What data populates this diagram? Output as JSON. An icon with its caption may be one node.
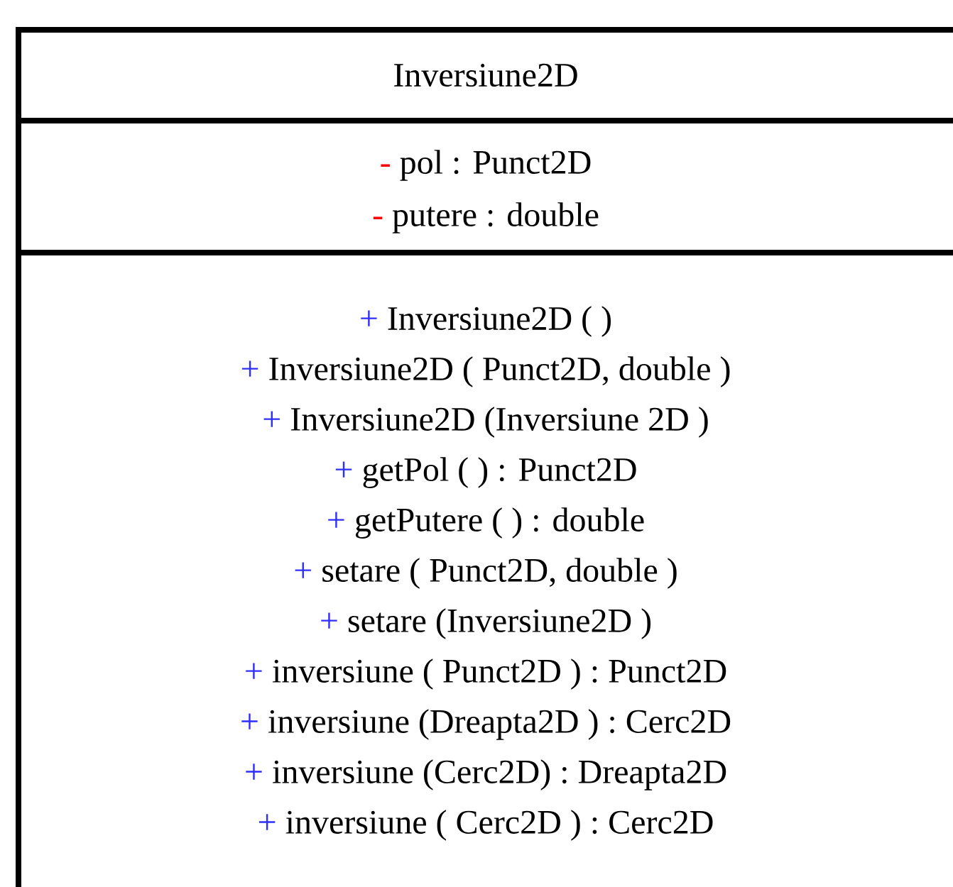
{
  "diagram": {
    "nodes": [
      {
        "text": [
          "Inversiune2D"
        ]
      },
      {
        "text": [
          "-",
          "pol : Punct2D",
          "-",
          "putere : double"
        ]
      },
      {
        "text": [
          "+",
          "Inversiune2D ( )",
          "+",
          "Inversiune2D ( Punct2D, double )",
          "+",
          "Inversiune2D (Inversiune 2D )",
          "+",
          "getPol ( ) : Punct2D",
          "+",
          "getPutere ( ) : double",
          "+",
          "setare ( Punct2D, double )",
          "+",
          "setare (Inversiune2D )",
          "+",
          "inversiune ( Punct2D ) : Punct2D",
          "+",
          "inversiune (Dreapta2D ) : Cerc2D",
          "+",
          "inversiune (Cerc2D) : Dreapta2D",
          "+",
          "inversiune ( Cerc2D ) : Cerc2D"
        ]
      }
    ]
  }
}
